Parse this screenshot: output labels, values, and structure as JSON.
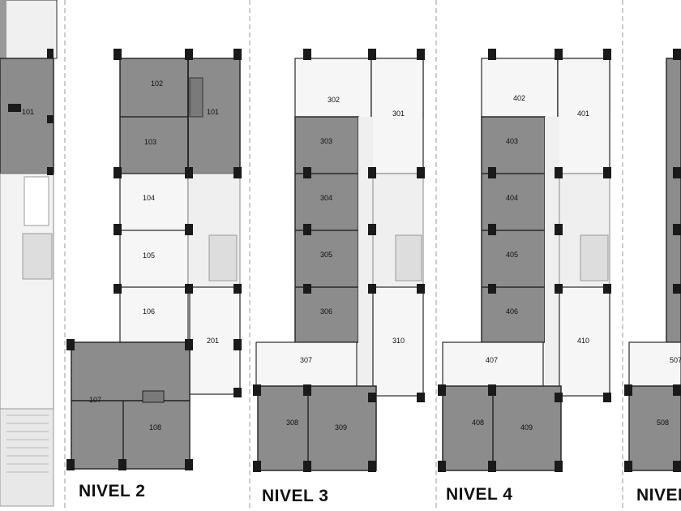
{
  "colors": {
    "dark_unit": "#8c8c8c",
    "darker_unit": "#7a7a7a",
    "light_unit": "#f6f6f6",
    "corridor": "#efefef",
    "wall": "#2a2a2a",
    "column": "#1a1a1a",
    "divider": "#9a9a9a"
  },
  "levels": [
    {
      "id": "nivel-1",
      "label": ""
    },
    {
      "id": "nivel-2",
      "label": "NIVEL 2"
    },
    {
      "id": "nivel-3",
      "label": "NIVEL 3"
    },
    {
      "id": "nivel-4",
      "label": "NIVEL 4"
    },
    {
      "id": "nivel-5",
      "label": "NIVEL"
    }
  ],
  "units": [
    {
      "level": 1,
      "number": "101",
      "tone": "dark"
    },
    {
      "level": 2,
      "number": "102",
      "tone": "dark"
    },
    {
      "level": 2,
      "number": "101",
      "tone": "dark"
    },
    {
      "level": 2,
      "number": "103",
      "tone": "dark"
    },
    {
      "level": 2,
      "number": "104",
      "tone": "light"
    },
    {
      "level": 2,
      "number": "105",
      "tone": "light"
    },
    {
      "level": 2,
      "number": "106",
      "tone": "light"
    },
    {
      "level": 2,
      "number": "201",
      "tone": "light"
    },
    {
      "level": 2,
      "number": "107",
      "tone": "dark"
    },
    {
      "level": 2,
      "number": "108",
      "tone": "dark"
    },
    {
      "level": 3,
      "number": "302",
      "tone": "light"
    },
    {
      "level": 3,
      "number": "301",
      "tone": "light"
    },
    {
      "level": 3,
      "number": "303",
      "tone": "dark"
    },
    {
      "level": 3,
      "number": "304",
      "tone": "dark"
    },
    {
      "level": 3,
      "number": "305",
      "tone": "dark"
    },
    {
      "level": 3,
      "number": "306",
      "tone": "dark"
    },
    {
      "level": 3,
      "number": "310",
      "tone": "light"
    },
    {
      "level": 3,
      "number": "307",
      "tone": "light"
    },
    {
      "level": 3,
      "number": "308",
      "tone": "dark"
    },
    {
      "level": 3,
      "number": "309",
      "tone": "dark"
    },
    {
      "level": 4,
      "number": "402",
      "tone": "light"
    },
    {
      "level": 4,
      "number": "401",
      "tone": "light"
    },
    {
      "level": 4,
      "number": "403",
      "tone": "dark"
    },
    {
      "level": 4,
      "number": "404",
      "tone": "dark"
    },
    {
      "level": 4,
      "number": "405",
      "tone": "dark"
    },
    {
      "level": 4,
      "number": "406",
      "tone": "dark"
    },
    {
      "level": 4,
      "number": "410",
      "tone": "light"
    },
    {
      "level": 4,
      "number": "407",
      "tone": "light"
    },
    {
      "level": 4,
      "number": "408",
      "tone": "dark"
    },
    {
      "level": 4,
      "number": "409",
      "tone": "dark"
    },
    {
      "level": 5,
      "number": "507",
      "tone": "light"
    },
    {
      "level": 5,
      "number": "508",
      "tone": "dark"
    }
  ]
}
